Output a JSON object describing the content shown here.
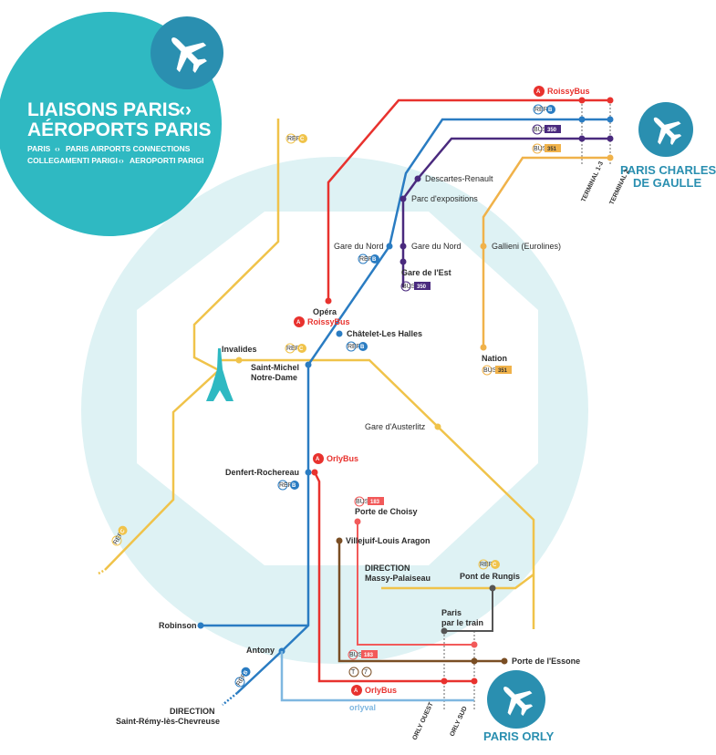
{
  "title": {
    "line1": "LIAISONS PARIS",
    "line2": "AÉROPORTS PARIS",
    "sub1_a": "PARIS",
    "sub1_b": "PARIS AIRPORTS CONNECTIONS",
    "sub2_a": "COLLEGAMENTI PARIGI",
    "sub2_b": "AEROPORTI PARIGI"
  },
  "airports": {
    "cdg_line1": "PARIS CHARLES",
    "cdg_line2": "DE GAULLE",
    "orly": "PARIS ORLY",
    "terminal13": "TERMINAL 1-3",
    "terminal2": "TERMINAL 2",
    "orly_ouest": "ORLY OUEST",
    "orly_sud": "ORLY SUD"
  },
  "stations": {
    "descartes": "Descartes-Renault",
    "parc": "Parc d'expositions",
    "gare_nord_b": "Gare du Nord",
    "gare_nord": "Gare du Nord",
    "gare_est": "Gare de l'Est",
    "gallieni": "Gallieni (Eurolines)",
    "opera": "Opéra",
    "chatelet": "Châtelet-Les Halles",
    "invalides": "Invalides",
    "saint_michel_1": "Saint-Michel",
    "saint_michel_2": "Notre-Dame",
    "nation": "Nation",
    "austerlitz": "Gare d'Austerlitz",
    "denfert": "Denfert-Rochereau",
    "porte_choisy": "Porte de Choisy",
    "villejuif": "Villejuif-Louis Aragon",
    "direction_massy_1": "DIRECTION",
    "direction_massy_2": "Massy-Palaiseau",
    "pont_rungis": "Pont de Rungis",
    "paris_train_1": "Paris",
    "paris_train_2": "par le train",
    "robinson": "Robinson",
    "antony": "Antony",
    "porte_essonne": "Porte de l'Essone",
    "direction_srlc_1": "DIRECTION",
    "direction_srlc_2": "Saint-Rémy-lès-Chevreuse"
  },
  "services": {
    "roissybus": "RoissyBus",
    "roissybus_opera": "RoissyBus",
    "orlybus": "OrlyBus",
    "orlybus_bottom": "OrlyBus",
    "orlyval": "orlyval",
    "bus": "BUS",
    "rer": "RER",
    "bus350": "350",
    "bus351": "351",
    "bus183": "183",
    "rer_b": "B",
    "rer_c": "C",
    "tram_t": "T",
    "tram_7": "7"
  },
  "colors": {
    "roissybus": "#e8322e",
    "rer_b": "#2a7cc2",
    "bus350": "#4a2a7e",
    "bus351": "#f0b24a",
    "rer_c": "#f0c34a",
    "orlybus": "#e8322e",
    "bus183": "#f25a5a",
    "tram7": "#7a4e24",
    "orlyval": "#7fb7e0",
    "train": "#555555",
    "bg_circle": "#def2f4",
    "title_circle": "#2fb9c2",
    "airport": "#2a8fb0"
  }
}
